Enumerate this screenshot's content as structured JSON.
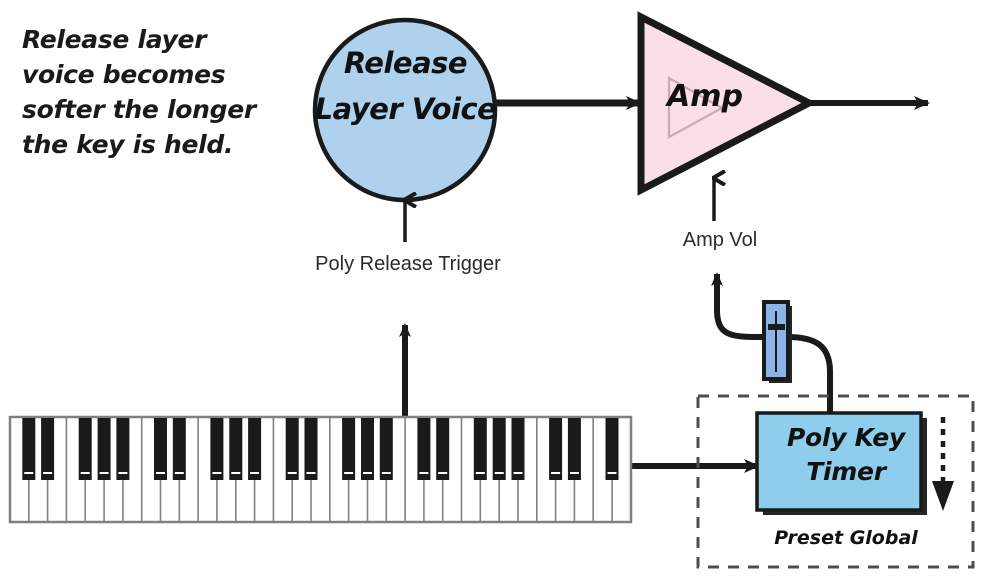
{
  "diagram": {
    "caption": "Release layer voice becomes softer the longer the key is held.",
    "nodes": {
      "release_layer_voice": "Release Layer Voice",
      "amp": "Amp",
      "poly_key_timer": "Poly Key Timer"
    },
    "labels": {
      "poly_release_trigger": "Poly Release Trigger",
      "amp_vol": "Amp Vol",
      "preset_global": "Preset Global"
    },
    "icons": {
      "keyboard": "piano-keyboard-icon",
      "fader": "vertical-fader-icon",
      "dashed_down_arrow": "dashed-down-arrow-icon",
      "amp_triangle": "amplifier-triangle-icon"
    },
    "colors": {
      "circle_fill": "#aed2ee",
      "amp_fill": "#fadee8",
      "fader_fill": "#8cb4e8",
      "timer_fill": "#8ecdec",
      "stroke": "#1a1a1a",
      "shadow": "#262626",
      "keyboard_white": "#ffffff",
      "keyboard_black": "#1a1a1a",
      "keyboard_outline": "#808080",
      "background": "#ffffff"
    },
    "keyboard": {
      "white_key_count": 33,
      "black_key_pattern": [
        1,
        1,
        0,
        1,
        1,
        1,
        0
      ]
    }
  }
}
